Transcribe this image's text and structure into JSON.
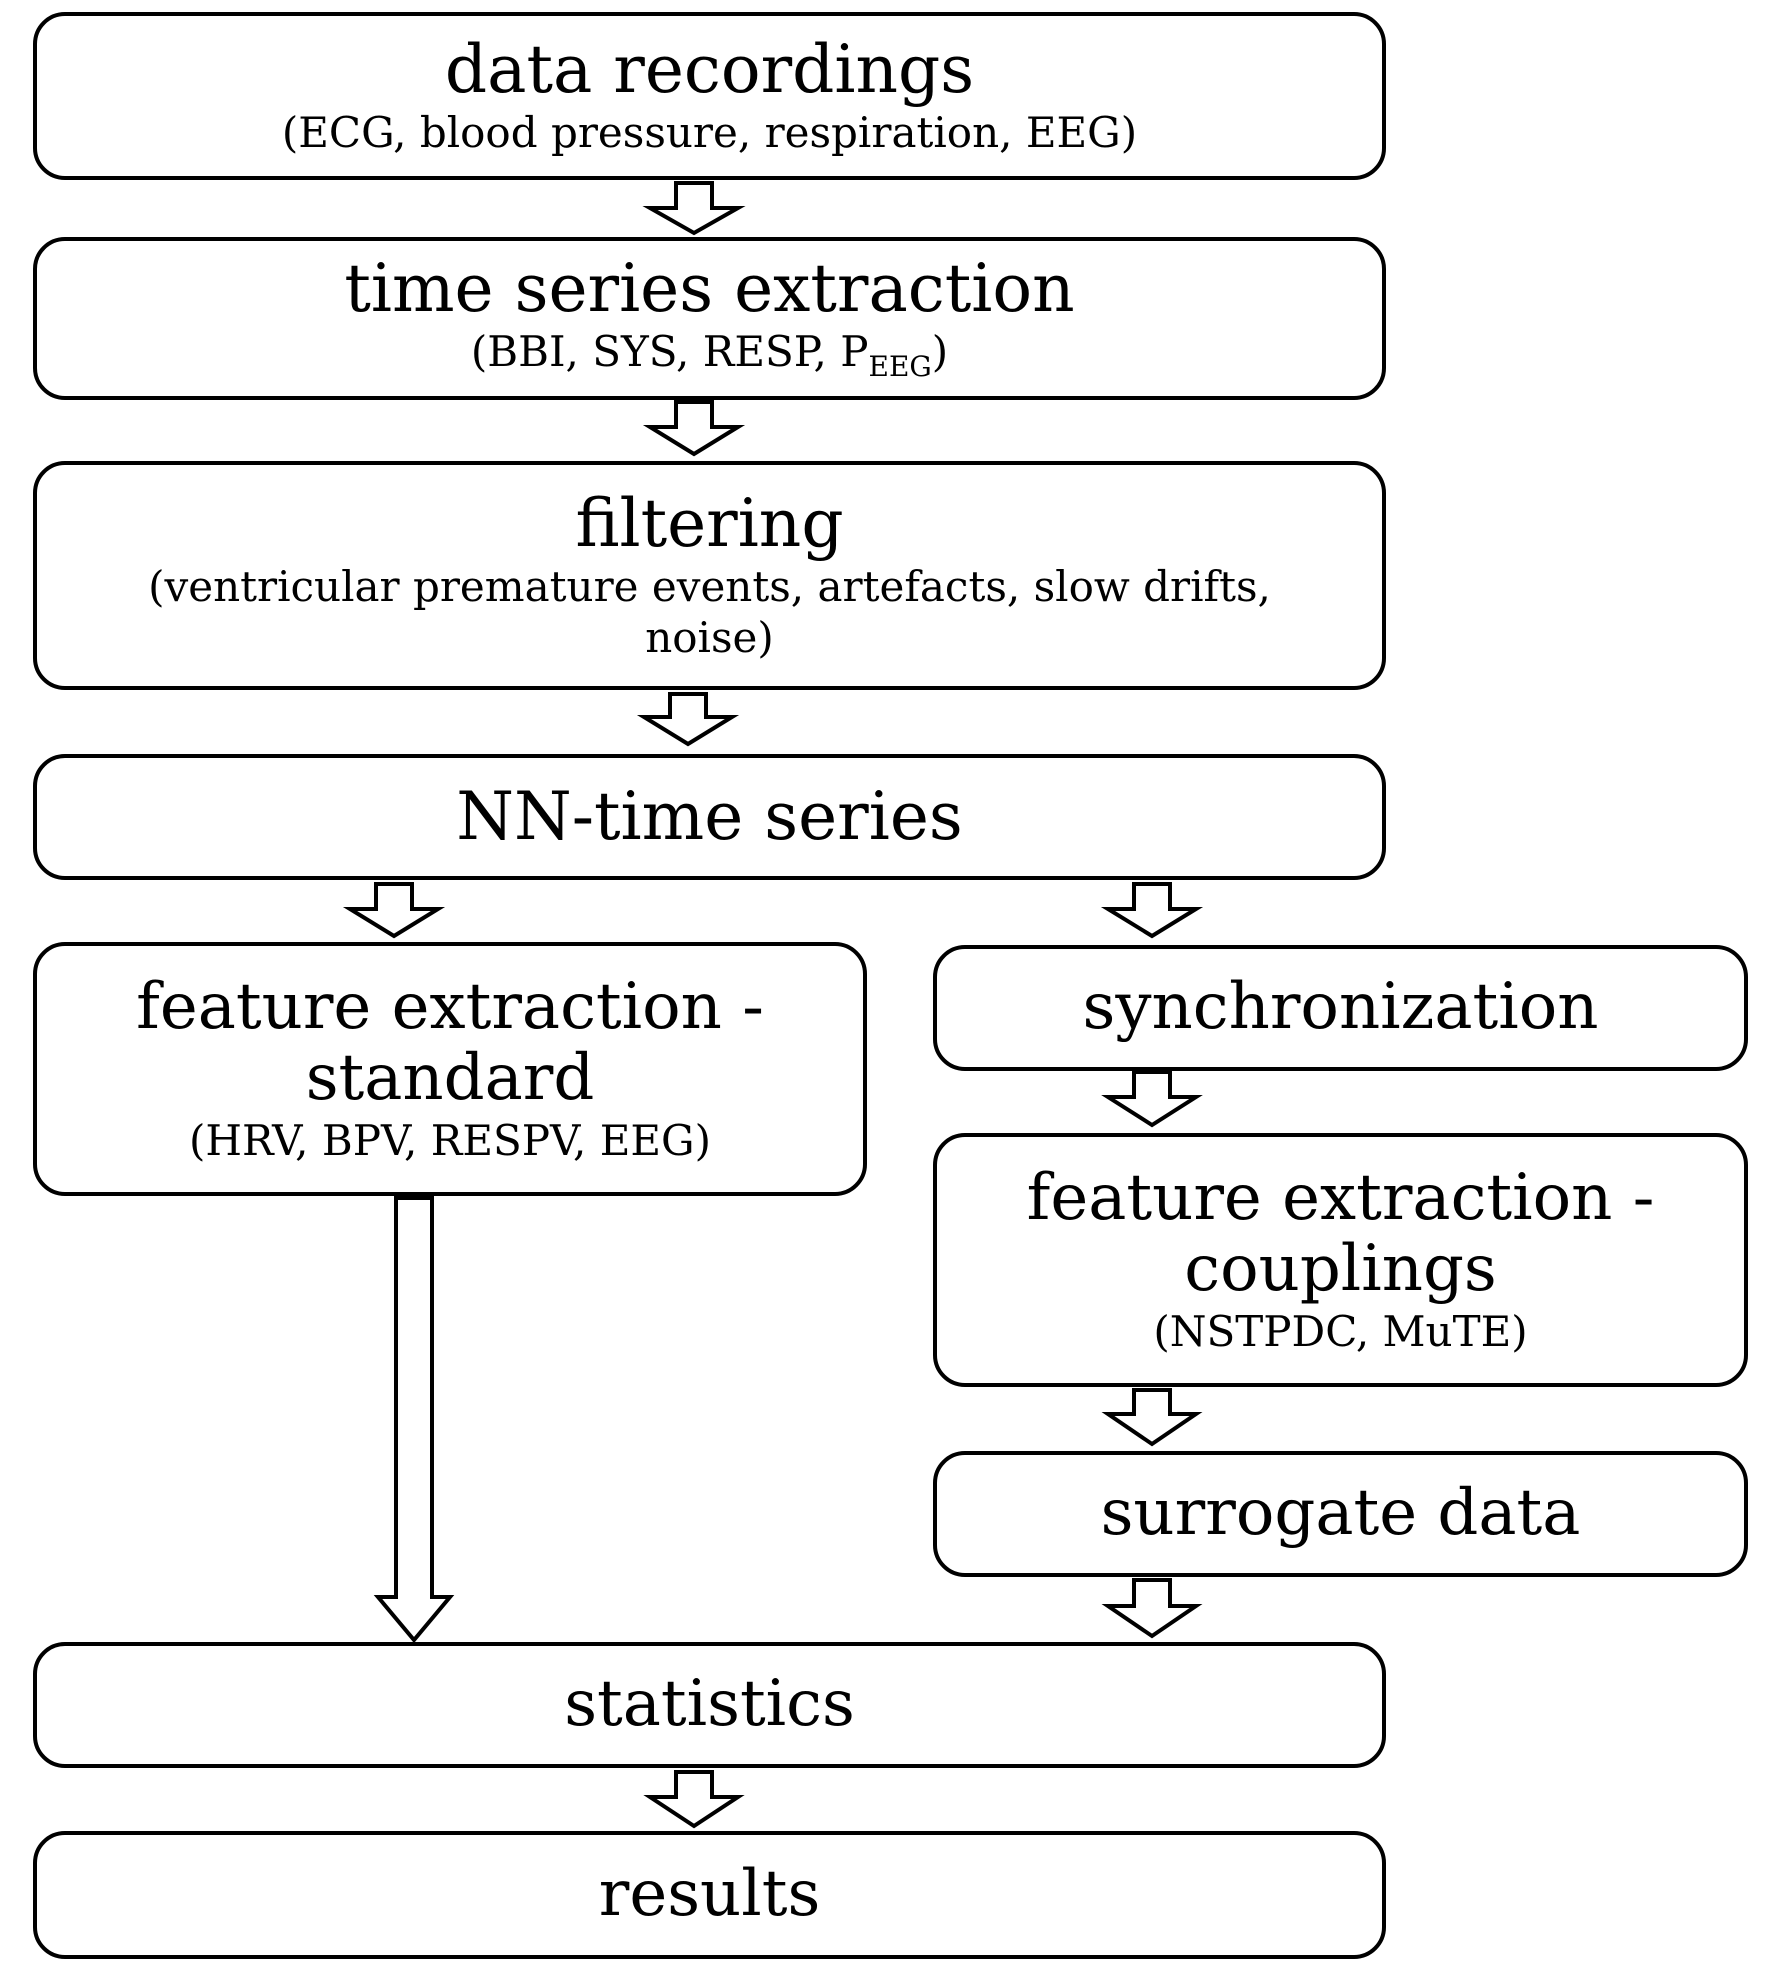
{
  "nodes": {
    "data_recordings": {
      "title": "data recordings",
      "subtitle": "(ECG, blood pressure, respiration, EEG)"
    },
    "time_series_extraction": {
      "title": "time series extraction",
      "subtitle_main": "(BBI, SYS, RESP, P",
      "subtitle_subscript": "EEG",
      "subtitle_close": ")"
    },
    "filtering": {
      "title": "filtering",
      "subtitle_line1": "(ventricular premature events, artefacts, slow drifts,",
      "subtitle_line2": "noise)"
    },
    "nn_time_series": {
      "title": "NN-time series"
    },
    "feature_standard": {
      "title_line1": "feature extraction -",
      "title_line2": "standard",
      "subtitle": "(HRV, BPV, RESPV, EEG)"
    },
    "synchronization": {
      "title": "synchronization"
    },
    "feature_couplings": {
      "title_line1": "feature extraction -",
      "title_line2": "couplings",
      "subtitle": "(NSTPDC, MuTE)"
    },
    "surrogate_data": {
      "title": "surrogate data"
    },
    "statistics": {
      "title": "statistics"
    },
    "results": {
      "title": "results"
    }
  },
  "edges": [
    [
      "data_recordings",
      "time_series_extraction"
    ],
    [
      "time_series_extraction",
      "filtering"
    ],
    [
      "filtering",
      "nn_time_series"
    ],
    [
      "nn_time_series",
      "feature_standard"
    ],
    [
      "nn_time_series",
      "synchronization"
    ],
    [
      "synchronization",
      "feature_couplings"
    ],
    [
      "feature_couplings",
      "surrogate_data"
    ],
    [
      "feature_standard",
      "statistics"
    ],
    [
      "surrogate_data",
      "statistics"
    ],
    [
      "statistics",
      "results"
    ]
  ]
}
